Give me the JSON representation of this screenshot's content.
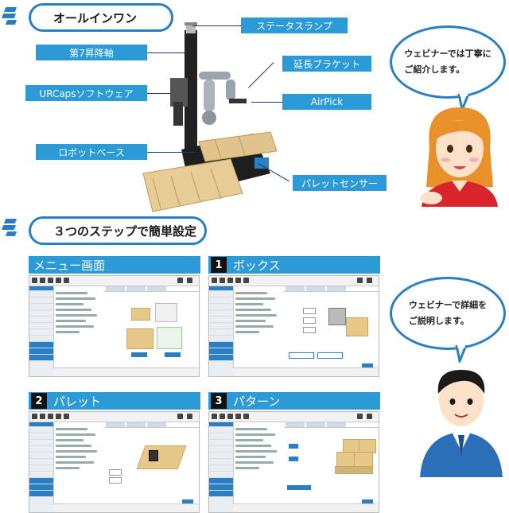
{
  "section1": {
    "title": "オールインワン"
  },
  "callouts": {
    "status_lamp": "ステータスランプ",
    "lift": "第7昇降軸",
    "bracket": "延長ブラケット",
    "urcaps": "URCapsソフトウェア",
    "airpick": "AirPick",
    "robot_base": "ロボットベース",
    "pallet_sensor": "パレットセンサー"
  },
  "bubble1": {
    "line1": "ウェビナーでは丁寧に",
    "line2": "ご紹介します。"
  },
  "section2": {
    "title": "３つのステップで簡単設定"
  },
  "panels": {
    "menu": {
      "title": "メニュー画面"
    },
    "box": {
      "num": "1",
      "title": "ボックス"
    },
    "pallet": {
      "num": "2",
      "title": "パレット"
    },
    "pattern": {
      "num": "3",
      "title": "パターン"
    }
  },
  "bubble2": {
    "line1": "ウェビナーで詳細を",
    "line2": "ご説明します。"
  },
  "colors": {
    "accent": "#2a7fc4",
    "label_blue": "#2b9ad6",
    "pallet_wood": "#e0c48c"
  }
}
